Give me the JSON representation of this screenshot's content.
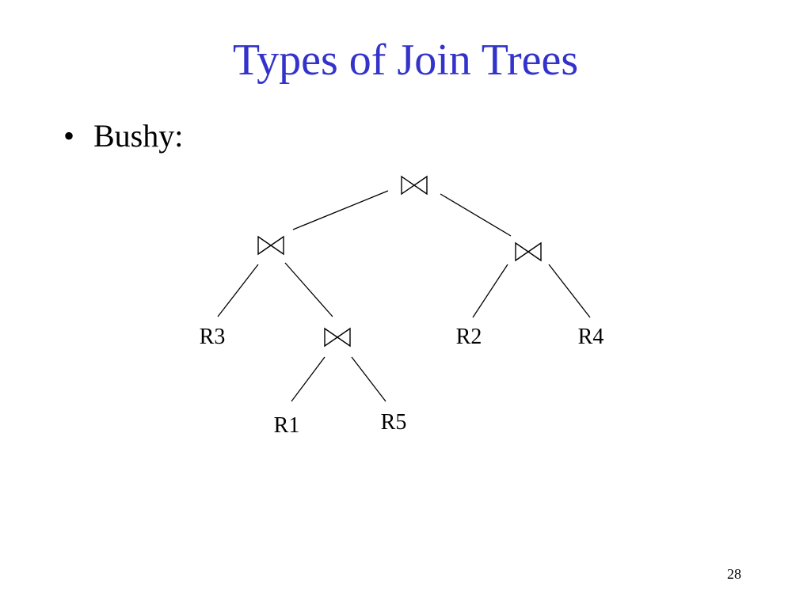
{
  "slide": {
    "title": "Types of Join Trees",
    "bullet_marker": "•",
    "bullet_text": "Bushy:",
    "page_number": "28",
    "title_color": "#3333cc"
  },
  "tree": {
    "join_symbol_icon": "bowtie-join-icon",
    "leaves": {
      "r3": "R3",
      "r2": "R2",
      "r4": "R4",
      "r1": "R1",
      "r5": "R5"
    }
  }
}
